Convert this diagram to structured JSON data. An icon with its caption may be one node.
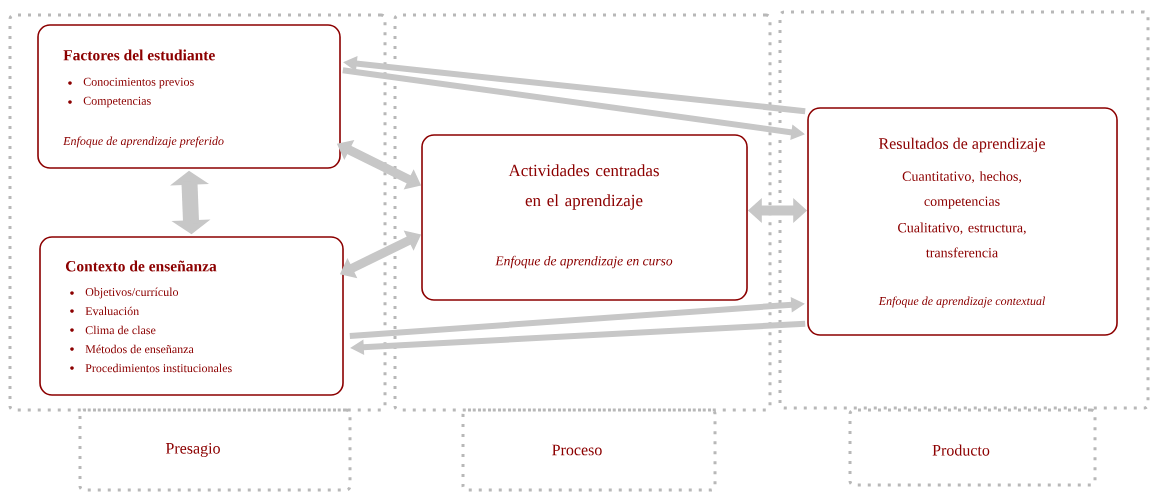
{
  "diagram": {
    "nodes": [
      {
        "text": [],
        "shape": "box"
      },
      {
        "text": [
          "Factores del estudiante",
          "Conocimientos previos",
          "Competencias",
          "Enfoque de aprendizaje preferido"
        ],
        "in": 0
      },
      {
        "text": [
          "Contexto de enseñanza",
          "Objetivos/currículo",
          "Evaluación",
          "Clima de clase",
          "Métodos de enseñanza",
          "Procedimientos institucionales"
        ],
        "in": 0
      },
      {
        "text": [],
        "shape": "box"
      },
      {
        "text": [
          "Actividades centradas en el aprendizaje",
          "Enfoque de aprendizaje en curso"
        ],
        "in": 3
      },
      {
        "text": [],
        "shape": "box"
      },
      {
        "text": [
          "Resultados de aprendizaje",
          "Cuantitativo, hechos, competencias",
          "Cualitativo, estructura, transferencia",
          "Enfoque de aprendizaje contextual"
        ],
        "in": 5
      },
      {
        "text": [
          "Presagio"
        ]
      },
      {
        "text": [
          "Proceso"
        ]
      },
      {
        "text": [
          "Producto"
        ]
      }
    ],
    "edges": [
      {
        "from": 6,
        "to": 1,
        "arrow": "to"
      },
      {
        "from": 1,
        "to": 6,
        "arrow": "to"
      },
      {
        "from": 1,
        "to": 2,
        "arrow": "both",
        "style": "thick"
      },
      {
        "from": 1,
        "to": 4,
        "arrow": "both"
      },
      {
        "from": 2,
        "to": 4,
        "arrow": "both"
      },
      {
        "from": 4,
        "to": 6,
        "arrow": "both"
      },
      {
        "from": 2,
        "to": 6,
        "arrow": "to"
      },
      {
        "from": 6,
        "to": 2,
        "arrow": "to"
      }
    ]
  }
}
